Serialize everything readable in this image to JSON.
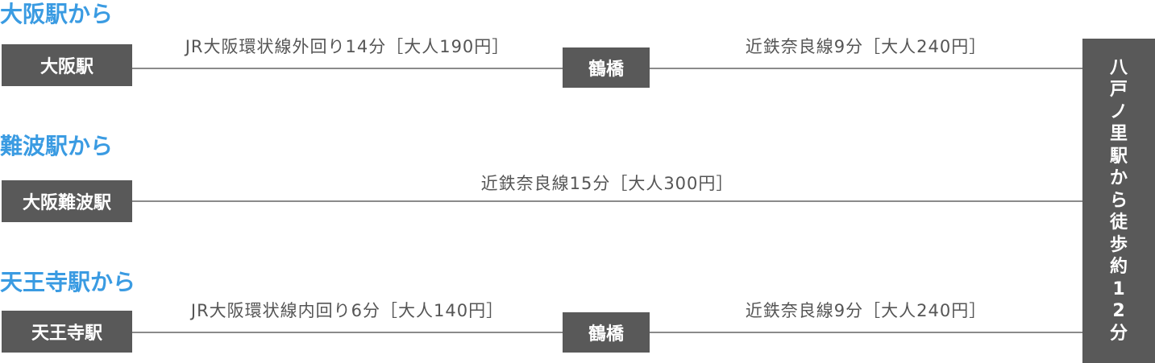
{
  "colors": {
    "heading": "#3a9be2",
    "box": "#595959",
    "line": "#8a8a8a",
    "label": "#555555"
  },
  "routes": [
    {
      "heading": "大阪駅から",
      "origin": "大阪駅",
      "segments": [
        {
          "label": "JR大阪環状線外回り14分［大人190円］"
        },
        {
          "label": "近鉄奈良線9分［大人240円］"
        }
      ],
      "transfer": "鶴橋"
    },
    {
      "heading": "難波駅から",
      "origin": "大阪難波駅",
      "segments": [
        {
          "label": "近鉄奈良線15分［大人300円］"
        }
      ]
    },
    {
      "heading": "天王寺駅から",
      "origin": "天王寺駅",
      "segments": [
        {
          "label": "JR大阪環状線内回り6分［大人140円］"
        },
        {
          "label": "近鉄奈良線9分［大人240円］"
        }
      ],
      "transfer": "鶴橋"
    }
  ],
  "destination": {
    "chars": [
      "八",
      "戸",
      "ノ",
      "里",
      "駅",
      "か",
      "ら",
      "徒",
      "歩",
      "約",
      "1",
      "2",
      "分"
    ]
  }
}
